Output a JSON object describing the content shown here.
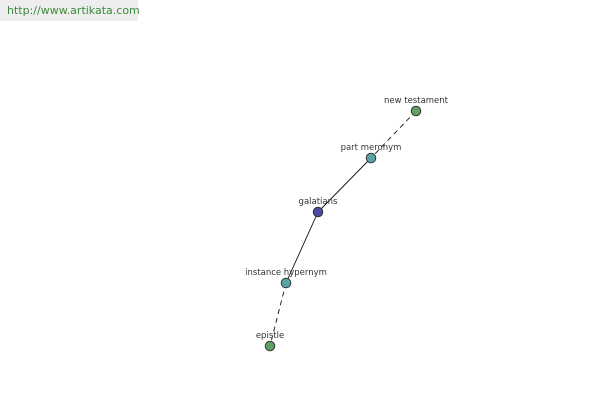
{
  "site": {
    "url": "http://www.artikata.com"
  },
  "graph": {
    "nodes": [
      {
        "id": "new-testament",
        "label": "new testament",
        "color": "#5f9f63"
      },
      {
        "id": "part-meronym",
        "label": "part meronym",
        "color": "#5aa3a8"
      },
      {
        "id": "galatians",
        "label": "galatians",
        "color": "#4a4aa0"
      },
      {
        "id": "instance-hypernym",
        "label": "instance hypernym",
        "color": "#5aa3a8"
      },
      {
        "id": "epistle",
        "label": "epistle",
        "color": "#5f9f63"
      }
    ],
    "edges": [
      {
        "from": "new-testament",
        "to": "part-meronym",
        "style": "dashed"
      },
      {
        "from": "part-meronym",
        "to": "galatians",
        "style": "solid"
      },
      {
        "from": "galatians",
        "to": "instance-hypernym",
        "style": "solid"
      },
      {
        "from": "instance-hypernym",
        "to": "epistle",
        "style": "dashed"
      }
    ]
  }
}
